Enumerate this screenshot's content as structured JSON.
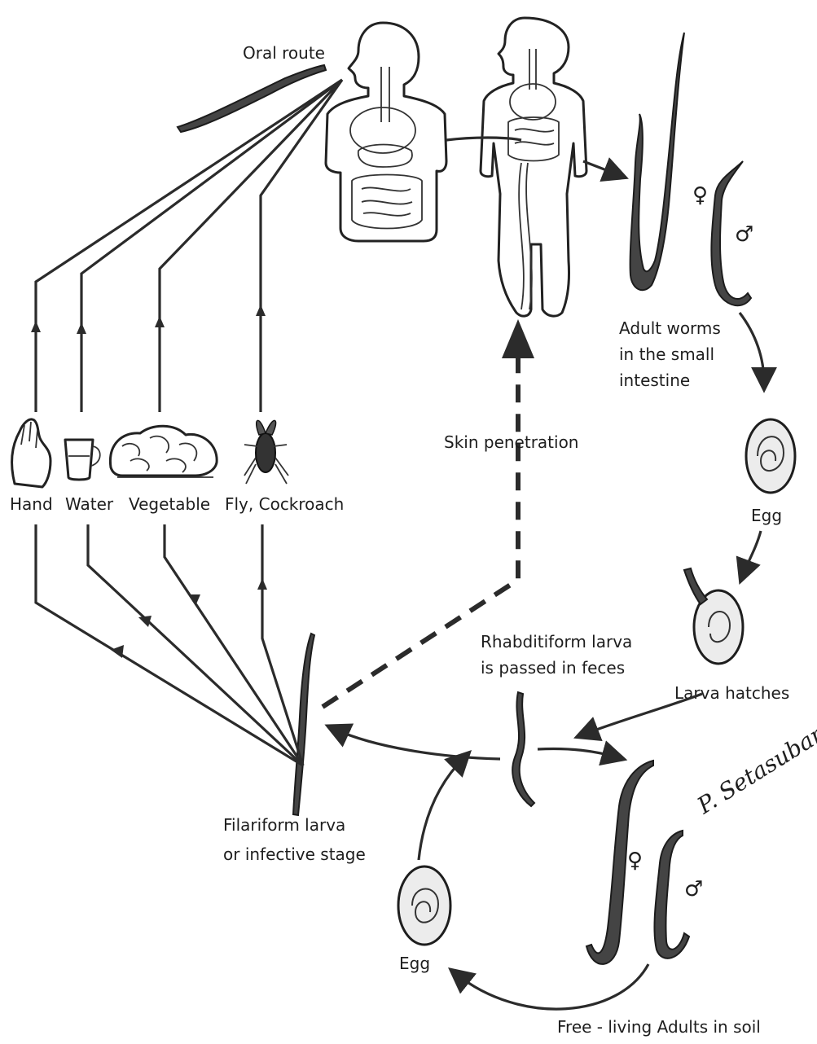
{
  "labels": {
    "oral_route": "Oral route",
    "hand": "Hand",
    "water": "Water",
    "vegetable": "Vegetable",
    "fly_cockroach": "Fly, Cockroach",
    "skin_penetration": "Skin penetration",
    "adult_worms_1": "Adult  worms",
    "adult_worms_2": "in the small",
    "adult_worms_3": "intestine",
    "egg_top": "Egg",
    "larva_hatches": "Larva hatches",
    "rhabditiform_1": "Rhabditiform larva",
    "rhabditiform_2": "is passed in feces",
    "filariform_1": "Filariform larva",
    "filariform_2": "or infective stage",
    "egg_bottom": "Egg",
    "free_living": "Free - living Adults in soil",
    "female_symbol": "♀",
    "male_symbol": "♂"
  },
  "signature": "P. Setasuban",
  "colors": {
    "ink": "#2b2b2b",
    "worm_fill": "#444444",
    "background": "#ffffff"
  }
}
